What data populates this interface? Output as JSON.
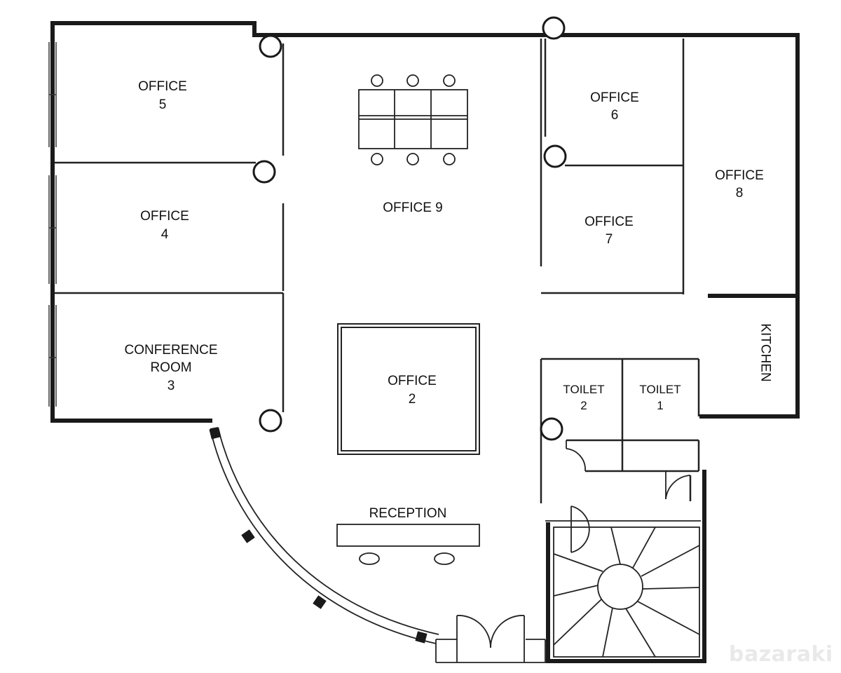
{
  "rooms": {
    "office5": [
      "OFFICE",
      "5"
    ],
    "office4": [
      "OFFICE",
      "4"
    ],
    "conference3": [
      "CONFERENCE",
      "ROOM",
      "3"
    ],
    "office9": [
      "OFFICE 9"
    ],
    "office6": [
      "OFFICE",
      "6"
    ],
    "office7": [
      "OFFICE",
      "7"
    ],
    "office8": [
      "OFFICE",
      "8"
    ],
    "kitchen": [
      "KITCHEN"
    ],
    "office2": [
      "OFFICE",
      "2"
    ],
    "toilet2": [
      "TOILET",
      "2"
    ],
    "toilet1": [
      "TOILET",
      "1"
    ],
    "reception": [
      "RECEPTION"
    ]
  },
  "watermark": "bazaraki",
  "colors": {
    "wall": "#1a1a1a",
    "line": "#222222",
    "background": "#ffffff"
  }
}
